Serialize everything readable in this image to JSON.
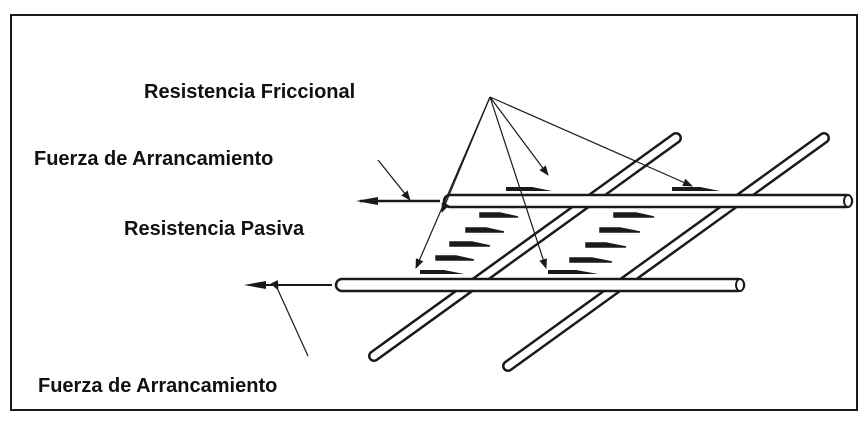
{
  "labels": {
    "resistencia_friccional": "Resistencia Friccional",
    "fuerza_arrancamiento_top": "Fuerza de Arrancamiento",
    "resistencia_pasiva": "Resistencia Pasiva",
    "fuerza_arrancamiento_bottom": "Fuerza de Arrancamiento"
  },
  "colors": {
    "line": "#1a1a1a",
    "fill": "#ffffff"
  }
}
